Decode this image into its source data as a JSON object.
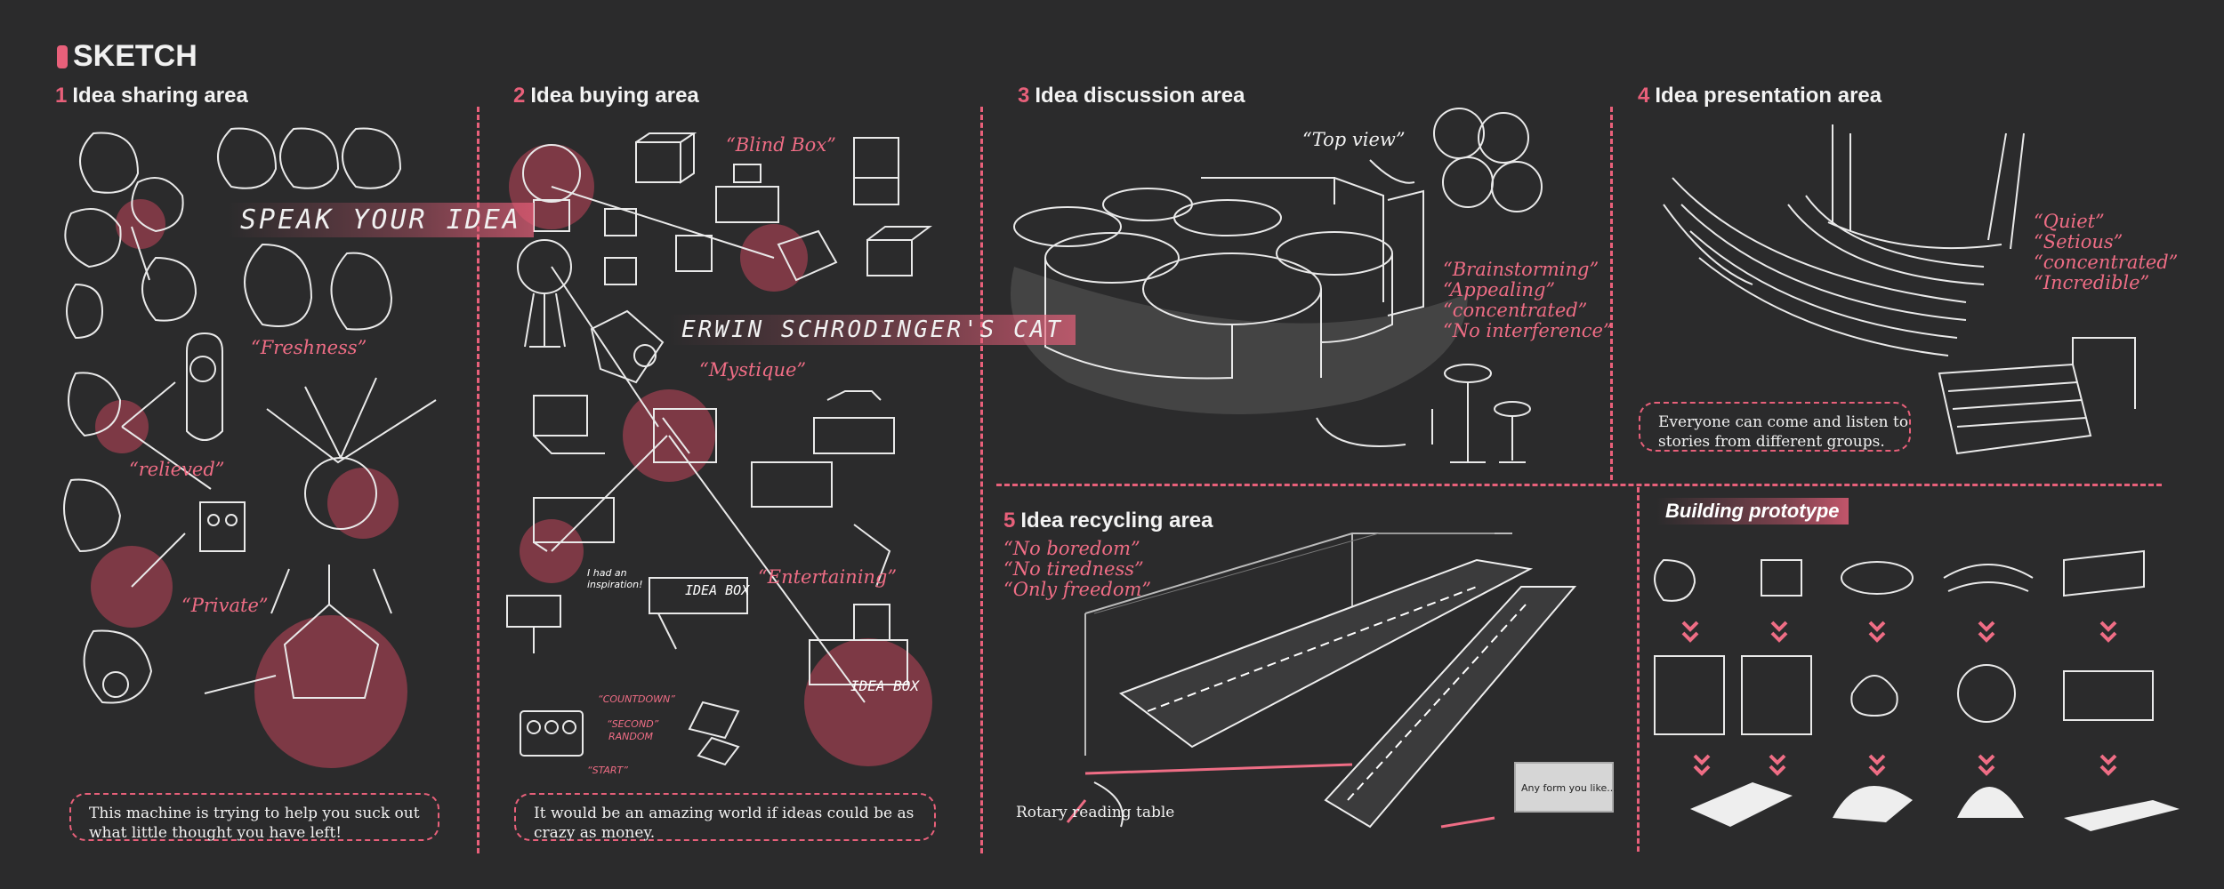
{
  "page": {
    "title": "SKETCH",
    "accent": "#e8607a",
    "background": "#2b2b2c"
  },
  "sections": {
    "s1": {
      "num": "1",
      "label": "Idea sharing area",
      "stamp": "SPEAK YOUR IDEA",
      "quotes": [
        "“Freshness”",
        "“relieved”",
        "“Private”"
      ],
      "note": [
        "This machine is trying to help you suck out",
        "what little thought you have left!"
      ]
    },
    "s2": {
      "num": "2",
      "label": "Idea buying area",
      "stamp": "ERWIN  SCHRODINGER'S CAT",
      "quotes": [
        "“Blind Box”",
        "“Mystique”",
        "“Entertaining”"
      ],
      "small": {
        "countdown": "“COUNTDOWN”",
        "second": "“SECOND”",
        "random": "RANDOM",
        "start": "“START”",
        "inspiration": "I had an inspiration!",
        "ideabox": "IDEA BOX"
      },
      "note": [
        "It would be an amazing world if ideas could be as",
        "crazy as money."
      ]
    },
    "s3": {
      "num": "3",
      "label": "Idea discussion area",
      "top_view": "“Top view”",
      "quotes": [
        "“Brainstorming”",
        "“Appealing”",
        "“concentrated”",
        "“No interference”"
      ]
    },
    "s4": {
      "num": "4",
      "label": "Idea presentation area",
      "quotes": [
        "“Quiet”",
        "“Setious”",
        "“concentrated”",
        "“Incredible”"
      ],
      "note": [
        "Everyone can come and listen to",
        "stories from different groups."
      ]
    },
    "s5": {
      "num": "5",
      "label": "Idea recycling area",
      "quotes": [
        "“No boredom”",
        "“No tiredness”",
        "“Only freedom”"
      ],
      "caption": "Rotary reading table",
      "card": "Any form you like..."
    },
    "proto": {
      "label": "Building prototype"
    }
  },
  "icons": [
    "helmet-sketch-icon",
    "gumball-machine-icon",
    "box-icon",
    "arrow-icon",
    "stool-icon",
    "lightbulb-icon",
    "person-figure-icon",
    "triangle-shape-icon",
    "circle-shape-icon",
    "rectangle-shape-icon"
  ]
}
